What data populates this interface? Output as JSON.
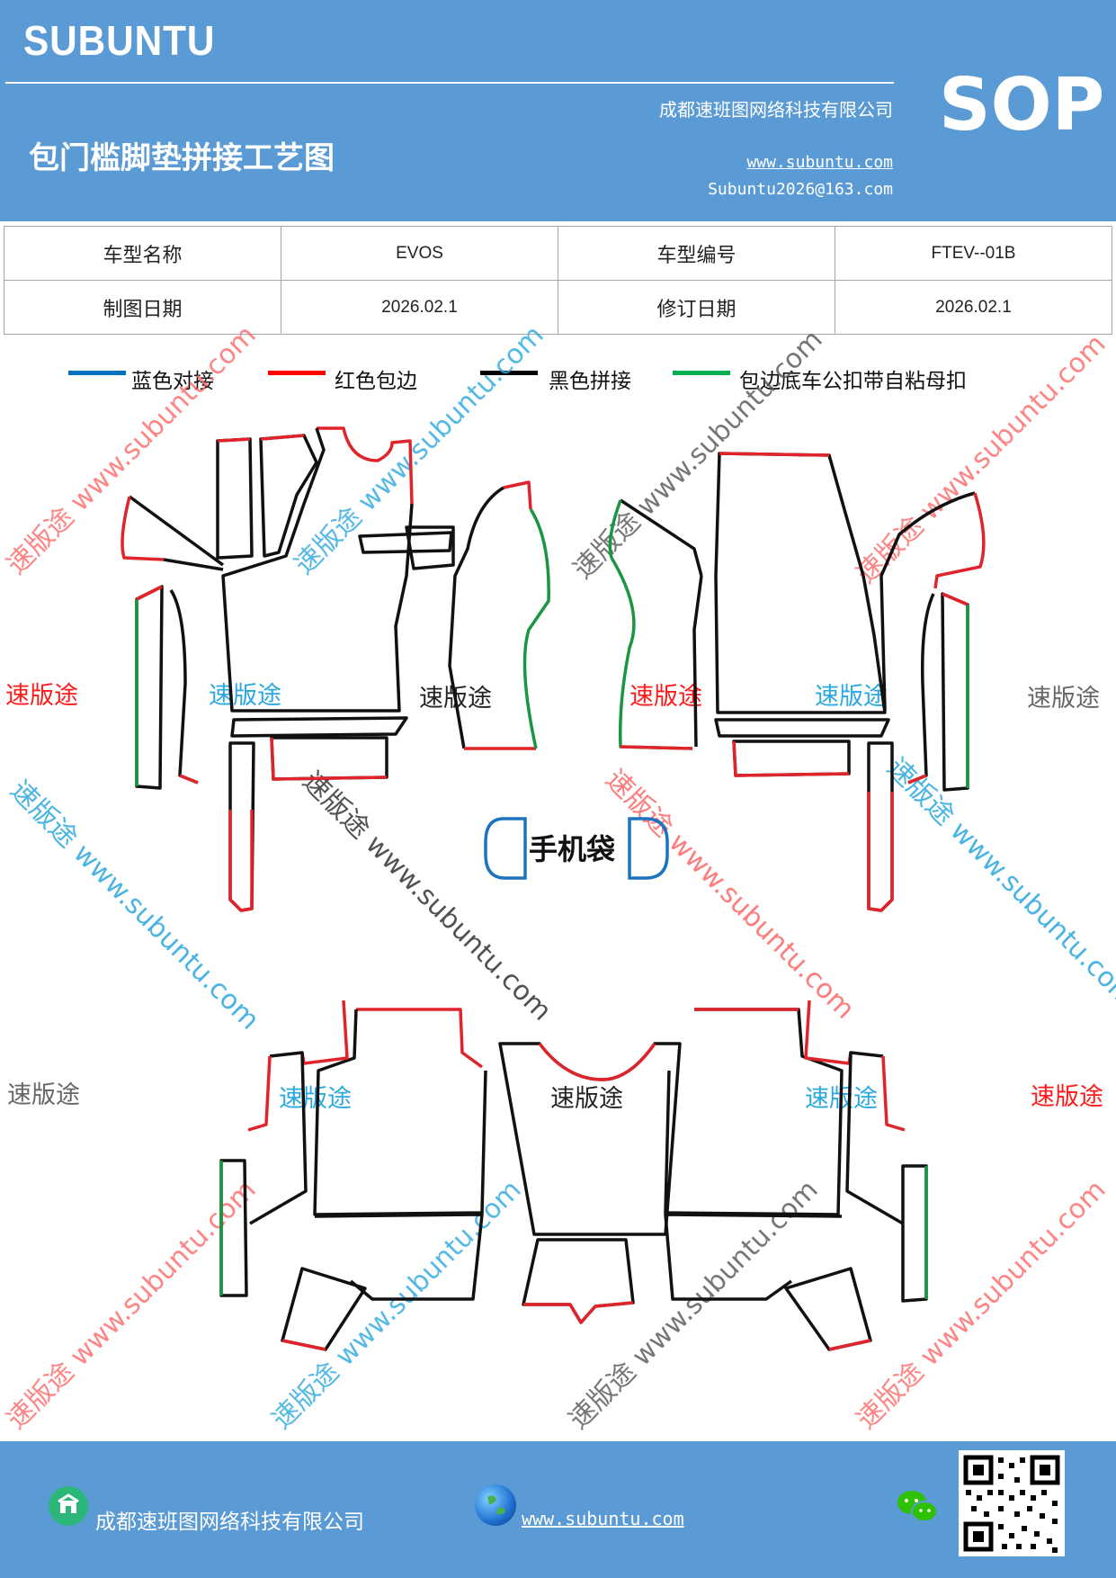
{
  "header": {
    "logo": "SUBUNTU",
    "company": "成都速班图网络科技有限公司",
    "title": "包门槛脚垫拼接工艺图",
    "url": "www.subuntu.com",
    "email": "Subuntu2026@163.com",
    "badge": "SOP"
  },
  "info_table": {
    "rows": [
      [
        "车型名称",
        "EVOS",
        "车型编号",
        "FTEV--01B"
      ],
      [
        "制图日期",
        "2026.02.1",
        "修订日期",
        "2026.02.1"
      ]
    ]
  },
  "legend": [
    {
      "label": "蓝色对接",
      "color": "#0070c0"
    },
    {
      "label": "红色包边",
      "color": "#ff0000"
    },
    {
      "label": "黑色拼接",
      "color": "#000000"
    },
    {
      "label": "包边底车公扣带自粘母扣",
      "color": "#00b050"
    }
  ],
  "diagram": {
    "phone_bag_label": "手机袋",
    "watermark_text": "速版途",
    "watermark_url": "www.subuntu.com",
    "watermark_combo": "速版途 www.subuntu.com",
    "colors": {
      "blue": "#1e73be",
      "red": "#e0242b",
      "black": "#111111",
      "green": "#1a9641",
      "wm_red": "#ff1a1a",
      "wm_blue": "#2aa8e0",
      "wm_gray": "#666666"
    }
  },
  "footer": {
    "company": "成都速班图网络科技有限公司",
    "url": "www.subuntu.com"
  }
}
